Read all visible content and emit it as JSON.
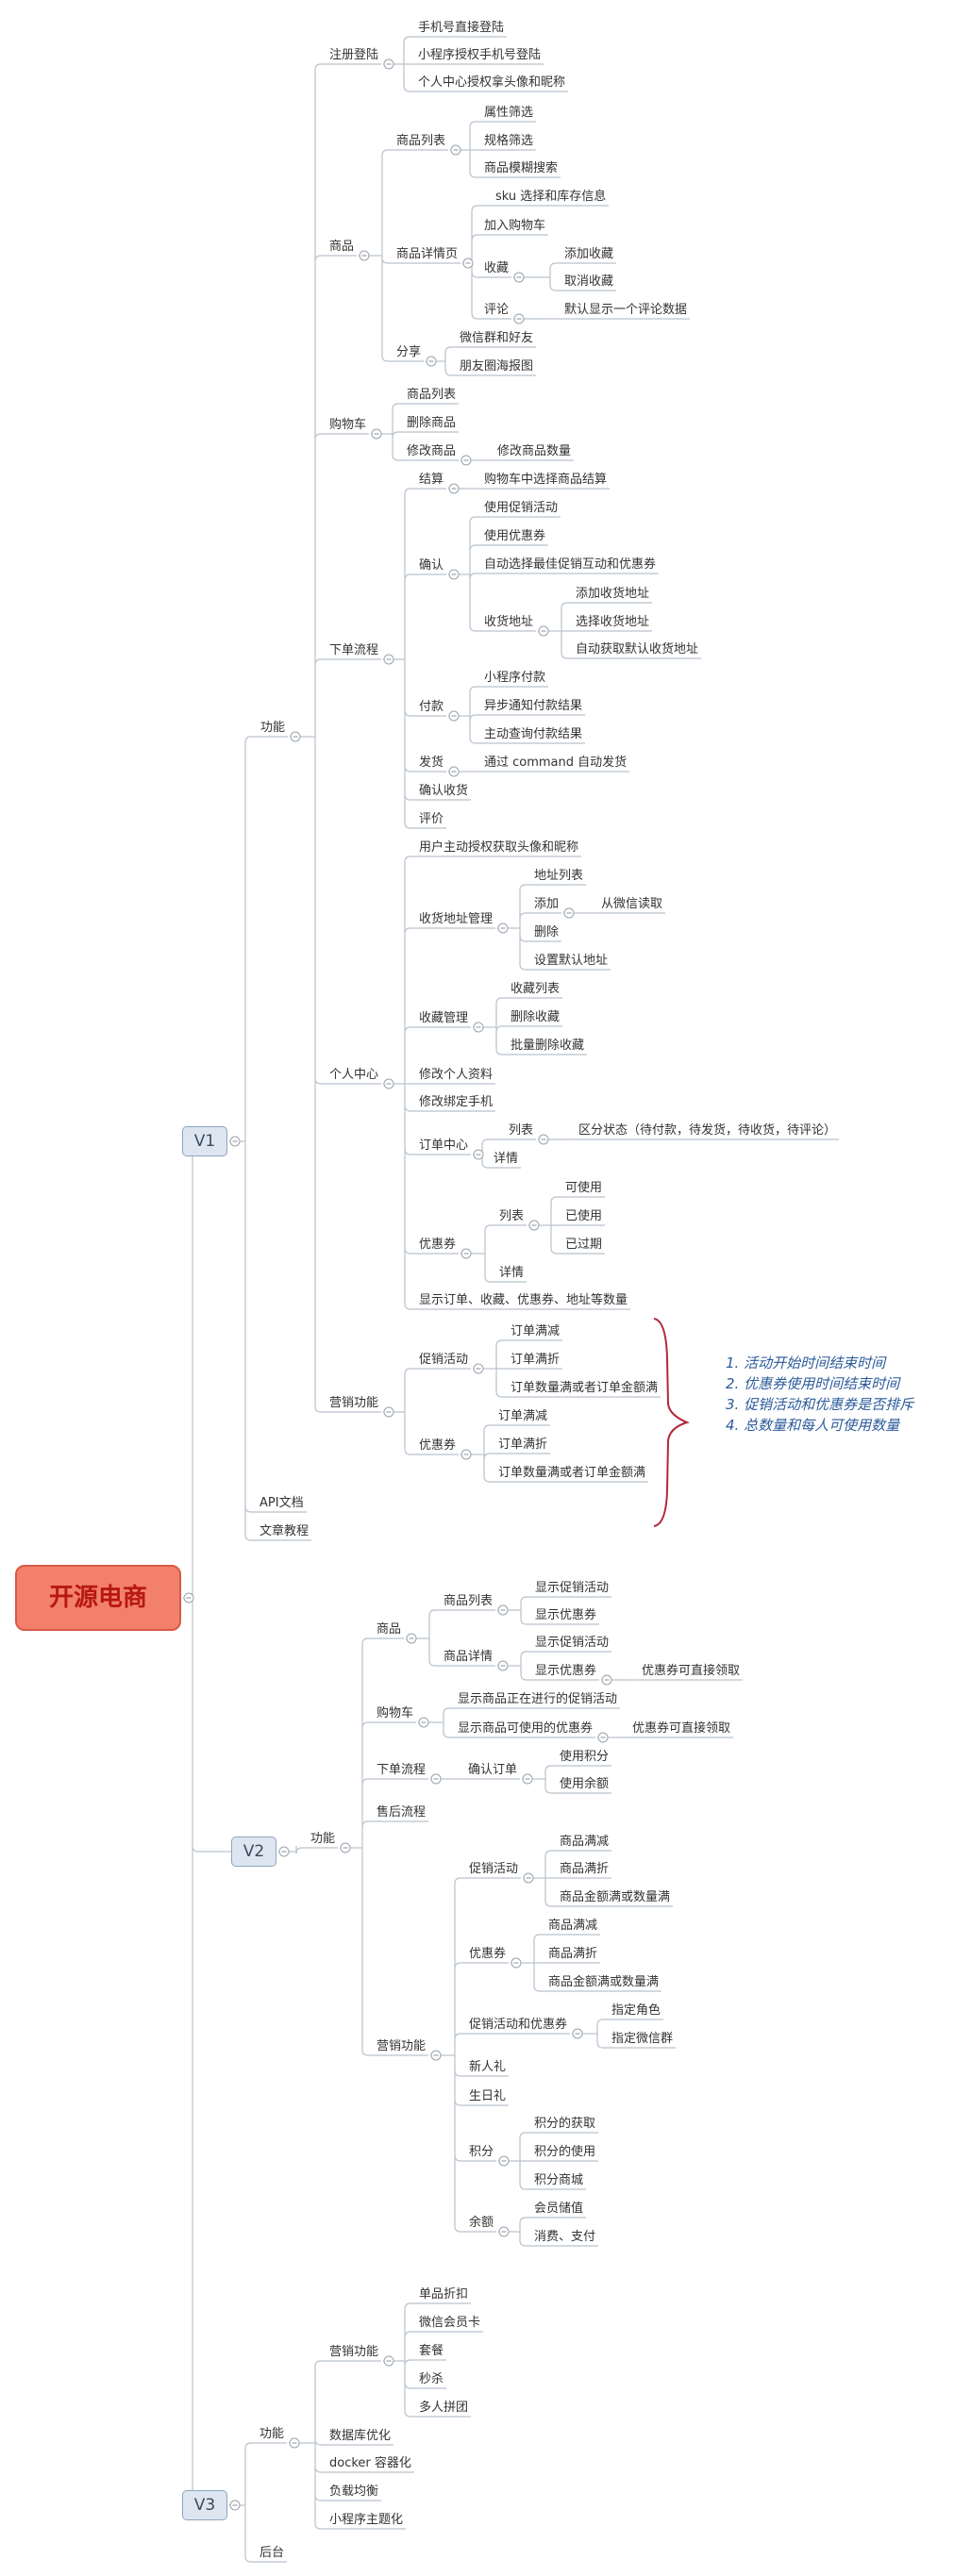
{
  "diagram": {
    "root": {
      "label": "开源电商"
    },
    "nodes": [
      {
        "id": "v1",
        "parent": "root",
        "label": "V1",
        "style": "pill"
      },
      {
        "id": "v1_func",
        "parent": "v1",
        "label": "功能"
      },
      {
        "id": "reg",
        "parent": "v1_func",
        "label": "注册登陆"
      },
      {
        "id": "reg_1",
        "parent": "reg",
        "label": "手机号直接登陆"
      },
      {
        "id": "reg_2",
        "parent": "reg",
        "label": "小程序授权手机号登陆"
      },
      {
        "id": "reg_3",
        "parent": "reg",
        "label": "个人中心授权拿头像和昵称"
      },
      {
        "id": "goods",
        "parent": "v1_func",
        "label": "商品"
      },
      {
        "id": "glist",
        "parent": "goods",
        "label": "商品列表"
      },
      {
        "id": "glist_1",
        "parent": "glist",
        "label": "属性筛选"
      },
      {
        "id": "glist_2",
        "parent": "glist",
        "label": "规格筛选"
      },
      {
        "id": "glist_3",
        "parent": "glist",
        "label": "商品模糊搜索"
      },
      {
        "id": "gdetail",
        "parent": "goods",
        "label": "商品详情页"
      },
      {
        "id": "gd_1",
        "parent": "gdetail",
        "label": "sku 选择和库存信息"
      },
      {
        "id": "gd_2",
        "parent": "gdetail",
        "label": "加入购物车"
      },
      {
        "id": "gd_fav",
        "parent": "gdetail",
        "label": "收藏"
      },
      {
        "id": "gd_fav1",
        "parent": "gd_fav",
        "label": "添加收藏"
      },
      {
        "id": "gd_fav2",
        "parent": "gd_fav",
        "label": "取消收藏"
      },
      {
        "id": "gd_cmt",
        "parent": "gdetail",
        "label": "评论"
      },
      {
        "id": "gd_cmt1",
        "parent": "gd_cmt",
        "label": "默认显示一个评论数据"
      },
      {
        "id": "share",
        "parent": "goods",
        "label": "分享"
      },
      {
        "id": "share_1",
        "parent": "share",
        "label": "微信群和好友"
      },
      {
        "id": "share_2",
        "parent": "share",
        "label": "朋友圈海报图"
      },
      {
        "id": "cart",
        "parent": "v1_func",
        "label": "购物车"
      },
      {
        "id": "cart_1",
        "parent": "cart",
        "label": "商品列表"
      },
      {
        "id": "cart_2",
        "parent": "cart",
        "label": "删除商品"
      },
      {
        "id": "cart_3",
        "parent": "cart",
        "label": "修改商品"
      },
      {
        "id": "cart_3a",
        "parent": "cart_3",
        "label": "修改商品数量"
      },
      {
        "id": "order",
        "parent": "v1_func",
        "label": "下单流程"
      },
      {
        "id": "settle",
        "parent": "order",
        "label": "结算"
      },
      {
        "id": "settle_1",
        "parent": "settle",
        "label": "购物车中选择商品结算"
      },
      {
        "id": "confirm",
        "parent": "order",
        "label": "确认"
      },
      {
        "id": "conf_1",
        "parent": "confirm",
        "label": "使用促销活动"
      },
      {
        "id": "conf_2",
        "parent": "confirm",
        "label": "使用优惠券"
      },
      {
        "id": "conf_3",
        "parent": "confirm",
        "label": "自动选择最佳促销互动和优惠券"
      },
      {
        "id": "addr",
        "parent": "confirm",
        "label": "收货地址"
      },
      {
        "id": "addr_1",
        "parent": "addr",
        "label": "添加收货地址"
      },
      {
        "id": "addr_2",
        "parent": "addr",
        "label": "选择收货地址"
      },
      {
        "id": "addr_3",
        "parent": "addr",
        "label": "自动获取默认收货地址"
      },
      {
        "id": "pay",
        "parent": "order",
        "label": "付款"
      },
      {
        "id": "pay_1",
        "parent": "pay",
        "label": "小程序付款"
      },
      {
        "id": "pay_2",
        "parent": "pay",
        "label": "异步通知付款结果"
      },
      {
        "id": "pay_3",
        "parent": "pay",
        "label": "主动查询付款结果"
      },
      {
        "id": "ship",
        "parent": "order",
        "label": "发货"
      },
      {
        "id": "ship_1",
        "parent": "ship",
        "label": "通过 command 自动发货"
      },
      {
        "id": "recv",
        "parent": "order",
        "label": "确认收货"
      },
      {
        "id": "rate",
        "parent": "order",
        "label": "评价"
      },
      {
        "id": "user",
        "parent": "v1_func",
        "label": "个人中心"
      },
      {
        "id": "user_1",
        "parent": "user",
        "label": "用户主动授权获取头像和昵称"
      },
      {
        "id": "uaddr",
        "parent": "user",
        "label": "收货地址管理"
      },
      {
        "id": "uaddr_1",
        "parent": "uaddr",
        "label": "地址列表"
      },
      {
        "id": "uaddr_add",
        "parent": "uaddr",
        "label": "添加"
      },
      {
        "id": "uaddr_add1",
        "parent": "uaddr_add",
        "label": "从微信读取"
      },
      {
        "id": "uaddr_2",
        "parent": "uaddr",
        "label": "删除"
      },
      {
        "id": "uaddr_3",
        "parent": "uaddr",
        "label": "设置默认地址"
      },
      {
        "id": "ufav",
        "parent": "user",
        "label": "收藏管理"
      },
      {
        "id": "ufav_1",
        "parent": "ufav",
        "label": "收藏列表"
      },
      {
        "id": "ufav_2",
        "parent": "ufav",
        "label": "删除收藏"
      },
      {
        "id": "ufav_3",
        "parent": "ufav",
        "label": "批量删除收藏"
      },
      {
        "id": "user_2",
        "parent": "user",
        "label": "修改个人资料"
      },
      {
        "id": "user_3",
        "parent": "user",
        "label": "修改绑定手机"
      },
      {
        "id": "uorder",
        "parent": "user",
        "label": "订单中心"
      },
      {
        "id": "uorder_list",
        "parent": "uorder",
        "label": "列表"
      },
      {
        "id": "uorder_list1",
        "parent": "uorder_list",
        "label": "区分状态（待付款，待发货，待收货，待评论）"
      },
      {
        "id": "uorder_2",
        "parent": "uorder",
        "label": "详情"
      },
      {
        "id": "ucoupon",
        "parent": "user",
        "label": "优惠券"
      },
      {
        "id": "ucoupon_list",
        "parent": "ucoupon",
        "label": "列表"
      },
      {
        "id": "ucl_1",
        "parent": "ucoupon_list",
        "label": "可使用"
      },
      {
        "id": "ucl_2",
        "parent": "ucoupon_list",
        "label": "已使用"
      },
      {
        "id": "ucl_3",
        "parent": "ucoupon_list",
        "label": "已过期"
      },
      {
        "id": "ucoupon_2",
        "parent": "ucoupon",
        "label": "详情"
      },
      {
        "id": "user_4",
        "parent": "user",
        "label": "显示订单、收藏、优惠券、地址等数量"
      },
      {
        "id": "mkt",
        "parent": "v1_func",
        "label": "营销功能"
      },
      {
        "id": "promo",
        "parent": "mkt",
        "label": "促销活动"
      },
      {
        "id": "promo_1",
        "parent": "promo",
        "label": "订单满减"
      },
      {
        "id": "promo_2",
        "parent": "promo",
        "label": "订单满折"
      },
      {
        "id": "promo_3",
        "parent": "promo",
        "label": "订单数量满或者订单金额满"
      },
      {
        "id": "coupon",
        "parent": "mkt",
        "label": "优惠券"
      },
      {
        "id": "coupon_1",
        "parent": "coupon",
        "label": "订单满减"
      },
      {
        "id": "coupon_2",
        "parent": "coupon",
        "label": "订单满折"
      },
      {
        "id": "coupon_3",
        "parent": "coupon",
        "label": "订单数量满或者订单金额满"
      },
      {
        "id": "api",
        "parent": "v1",
        "label": "API文档"
      },
      {
        "id": "docs",
        "parent": "v1",
        "label": "文章教程"
      },
      {
        "id": "v2",
        "parent": "root",
        "label": "V2",
        "style": "pill"
      },
      {
        "id": "v2_func",
        "parent": "v2",
        "label": "功能"
      },
      {
        "id": "v2_goods",
        "parent": "v2_func",
        "label": "商品"
      },
      {
        "id": "v2_gl",
        "parent": "v2_goods",
        "label": "商品列表"
      },
      {
        "id": "v2_gl1",
        "parent": "v2_gl",
        "label": "显示促销活动"
      },
      {
        "id": "v2_gl2",
        "parent": "v2_gl",
        "label": "显示优惠券"
      },
      {
        "id": "v2_gd",
        "parent": "v2_goods",
        "label": "商品详情"
      },
      {
        "id": "v2_gd1",
        "parent": "v2_gd",
        "label": "显示促销活动"
      },
      {
        "id": "v2_gd2",
        "parent": "v2_gd",
        "label": "显示优惠券"
      },
      {
        "id": "v2_gd2a",
        "parent": "v2_gd2",
        "label": "优惠券可直接领取"
      },
      {
        "id": "v2_cart",
        "parent": "v2_func",
        "label": "购物车"
      },
      {
        "id": "v2_cart1",
        "parent": "v2_cart",
        "label": "显示商品正在进行的促销活动"
      },
      {
        "id": "v2_cart2",
        "parent": "v2_cart",
        "label": "显示商品可使用的优惠券"
      },
      {
        "id": "v2_cart2a",
        "parent": "v2_cart2",
        "label": "优惠券可直接领取"
      },
      {
        "id": "v2_order",
        "parent": "v2_func",
        "label": "下单流程"
      },
      {
        "id": "v2_oc",
        "parent": "v2_order",
        "label": "确认订单"
      },
      {
        "id": "v2_oc1",
        "parent": "v2_oc",
        "label": "使用积分"
      },
      {
        "id": "v2_oc2",
        "parent": "v2_oc",
        "label": "使用余额"
      },
      {
        "id": "v2_after",
        "parent": "v2_func",
        "label": "售后流程"
      },
      {
        "id": "v2_mkt",
        "parent": "v2_func",
        "label": "营销功能"
      },
      {
        "id": "v2_promo",
        "parent": "v2_mkt",
        "label": "促销活动"
      },
      {
        "id": "v2_promo1",
        "parent": "v2_promo",
        "label": "商品满减"
      },
      {
        "id": "v2_promo2",
        "parent": "v2_promo",
        "label": "商品满折"
      },
      {
        "id": "v2_promo3",
        "parent": "v2_promo",
        "label": "商品金额满或数量满"
      },
      {
        "id": "v2_cp",
        "parent": "v2_mkt",
        "label": "优惠券"
      },
      {
        "id": "v2_cp1",
        "parent": "v2_cp",
        "label": "商品满减"
      },
      {
        "id": "v2_cp2",
        "parent": "v2_cp",
        "label": "商品满折"
      },
      {
        "id": "v2_cp3",
        "parent": "v2_cp",
        "label": "商品金额满或数量满"
      },
      {
        "id": "v2_pc",
        "parent": "v2_mkt",
        "label": "促销活动和优惠券"
      },
      {
        "id": "v2_pc1",
        "parent": "v2_pc",
        "label": "指定角色"
      },
      {
        "id": "v2_pc2",
        "parent": "v2_pc",
        "label": "指定微信群"
      },
      {
        "id": "v2_new",
        "parent": "v2_mkt",
        "label": "新人礼"
      },
      {
        "id": "v2_bday",
        "parent": "v2_mkt",
        "label": "生日礼"
      },
      {
        "id": "v2_pts",
        "parent": "v2_mkt",
        "label": "积分"
      },
      {
        "id": "v2_pts1",
        "parent": "v2_pts",
        "label": "积分的获取"
      },
      {
        "id": "v2_pts2",
        "parent": "v2_pts",
        "label": "积分的使用"
      },
      {
        "id": "v2_pts3",
        "parent": "v2_pts",
        "label": "积分商城"
      },
      {
        "id": "v2_bal",
        "parent": "v2_mkt",
        "label": "余额"
      },
      {
        "id": "v2_bal1",
        "parent": "v2_bal",
        "label": "会员储值"
      },
      {
        "id": "v2_bal2",
        "parent": "v2_bal",
        "label": "消费、支付"
      },
      {
        "id": "v3",
        "parent": "root",
        "label": "V3",
        "style": "pill"
      },
      {
        "id": "v3_func",
        "parent": "v3",
        "label": "功能"
      },
      {
        "id": "v3_mkt",
        "parent": "v3_func",
        "label": "营销功能"
      },
      {
        "id": "v3_mkt1",
        "parent": "v3_mkt",
        "label": "单品折扣"
      },
      {
        "id": "v3_mkt2",
        "parent": "v3_mkt",
        "label": "微信会员卡"
      },
      {
        "id": "v3_mkt3",
        "parent": "v3_mkt",
        "label": "套餐"
      },
      {
        "id": "v3_mkt4",
        "parent": "v3_mkt",
        "label": "秒杀"
      },
      {
        "id": "v3_mkt5",
        "parent": "v3_mkt",
        "label": "多人拼团"
      },
      {
        "id": "v3_db",
        "parent": "v3_func",
        "label": "数据库优化"
      },
      {
        "id": "v3_docker",
        "parent": "v3_func",
        "label": "docker 容器化"
      },
      {
        "id": "v3_lb",
        "parent": "v3_func",
        "label": "负载均衡"
      },
      {
        "id": "v3_theme",
        "parent": "v3_func",
        "label": "小程序主题化"
      },
      {
        "id": "v3_admin",
        "parent": "v3",
        "label": "后台"
      }
    ],
    "notes": [
      "1. 活动开始时间结束时间",
      "2. 优惠券使用时间结束时间",
      "3. 促销活动和优惠券是否排斥",
      "4. 总数量和每人可使用数量"
    ],
    "colors": {
      "line": "#b9c2cc",
      "brace": "#b0283a",
      "note": "#2b5a9a",
      "root_fill": "#f2806d",
      "root_text": "#b81812",
      "pill_fill": "#dde6f0"
    }
  }
}
